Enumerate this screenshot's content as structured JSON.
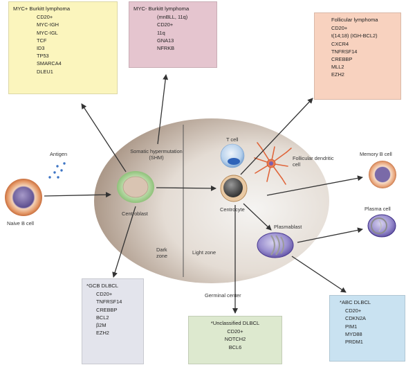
{
  "colors": {
    "myc_pos": "#fbf5bd",
    "myc_neg": "#e5c5cf",
    "follicular": "#f8d2bf",
    "gcb": "#e3e4ec",
    "unclassified": "#dde9cf",
    "abc": "#c9e2f1"
  },
  "boxes": {
    "myc_pos": {
      "title": "MYC+ Burkitt lymphoma",
      "items": [
        "CD20+",
        "MYC-IGH",
        "MYC-IGL",
        "TCF",
        "ID3",
        "TP53",
        "SMARCA4",
        "DLEU1"
      ]
    },
    "myc_neg": {
      "title": "MYC- Burkitt lymphoma",
      "items": [
        "(mnBLL, 11q)",
        "CD20+",
        "11q",
        "GNA13",
        "NFRKB"
      ]
    },
    "follicular": {
      "title": "Follicular lymphoma",
      "items": [
        "CD20+",
        "t(14;18) (IGH-BCL2)",
        "CXCR4",
        "TNFRSF14",
        "CREBBP",
        "MLL2",
        "EZH2"
      ]
    },
    "gcb": {
      "title": "*GCB DLBCL",
      "items": [
        "CD20+",
        "TNFRSF14",
        "CREBBP",
        "BCL2",
        "β2M",
        "EZH2"
      ]
    },
    "unclassified": {
      "title": "*Unclassified DLBCL",
      "items": [
        "CD20+",
        "NOTCH2",
        "BCL6"
      ]
    },
    "abc": {
      "title": "*ABC DLBCL",
      "items": [
        "CD20+",
        "CDKN2A",
        "PIM1",
        "MYD88",
        "PRDM1"
      ]
    }
  },
  "labels": {
    "antigen": "Antigen",
    "naive_b": "Naive B cell",
    "shm": "Somatic hypermutation (SHM)",
    "centroblast": "Centroblast",
    "dark_zone": "Dark zone",
    "light_zone": "Light zone",
    "t_cell": "T cell",
    "fdc": "Follicular dendritic cell",
    "centrocyte": "Centrocyte",
    "plasmablast": "Plasmablast",
    "memory_b": "Memory B cell",
    "plasma_cell": "Plasma cell",
    "germinal_center": "Germinal center"
  }
}
